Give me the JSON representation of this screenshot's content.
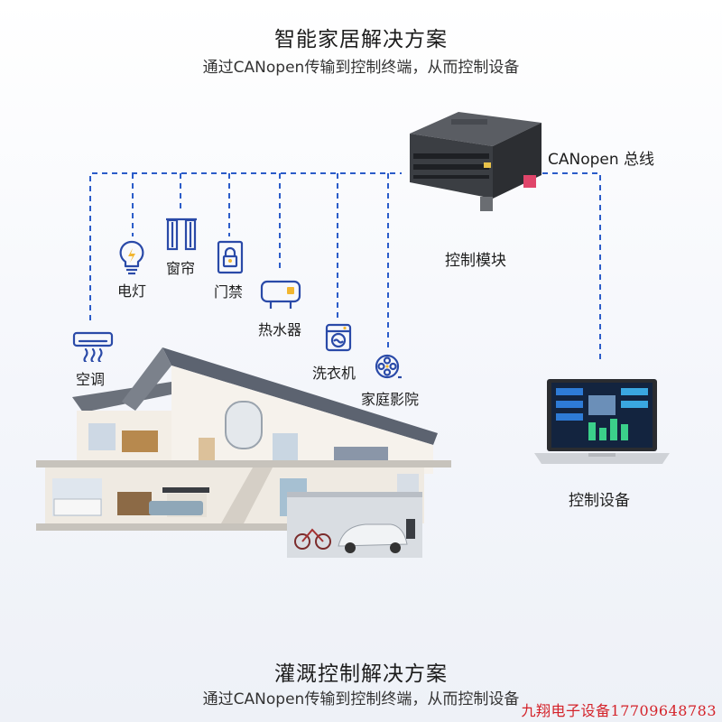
{
  "header": {
    "title": "智能家居解决方案",
    "subtitle": "通过CANopen传输到控制终端，从而控制设备"
  },
  "bus_label": "CANopen 总线",
  "module_label": "控制模块",
  "device_label": "控制设备",
  "devices": {
    "ac": "空调",
    "lamp": "电灯",
    "curtain": "窗帘",
    "door_lock": "门禁",
    "water_heater": "热水器",
    "washer": "洗衣机",
    "theater": "家庭影院"
  },
  "footer": {
    "title": "灌溉控制解决方案",
    "subtitle": "通过CANopen传输到控制终端，从而控制设备"
  },
  "watermark": "九翔电子设备17709648783",
  "colors": {
    "bus_line": "#2b5cc9",
    "icon": "#2a4aa8",
    "watermark": "#d4232a"
  }
}
